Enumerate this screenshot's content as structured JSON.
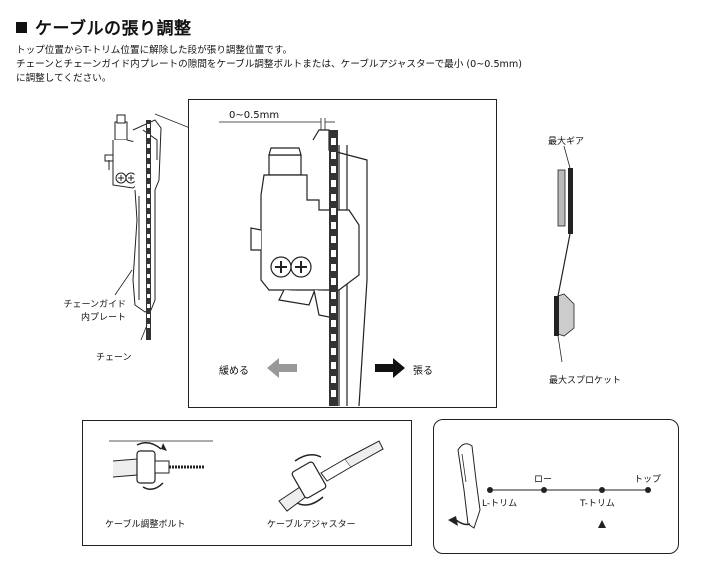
{
  "title": "ケーブルの張り調整",
  "body": {
    "line1": "トップ位置からT-トリム位置に解除した段が張り調整位置です。",
    "line2": "チェーンとチェーンガイド内プレートの隙間をケーブル調整ボルトまたは、ケーブルアジャスターで最小 (0~0.5mm)",
    "line3": "に調整してください。"
  },
  "left_diagram": {
    "label_guide_line1": "チェーンガイド",
    "label_guide_line2": "内プレート",
    "label_chain": "チェーン"
  },
  "detail": {
    "gap_label": "0~0.5mm",
    "loosen_label": "緩める",
    "tighten_label": "張る"
  },
  "gear_diagram": {
    "top_label": "最大ギア",
    "bottom_label": "最大スプロケット"
  },
  "adjusters": {
    "bolt_label": "ケーブル調整ボルト",
    "adjuster_label": "ケーブルアジャスター"
  },
  "lever": {
    "low_label": "ロー",
    "top_label": "トップ",
    "l_trim_label": "L-トリム",
    "t_trim_label": "T-トリム"
  }
}
